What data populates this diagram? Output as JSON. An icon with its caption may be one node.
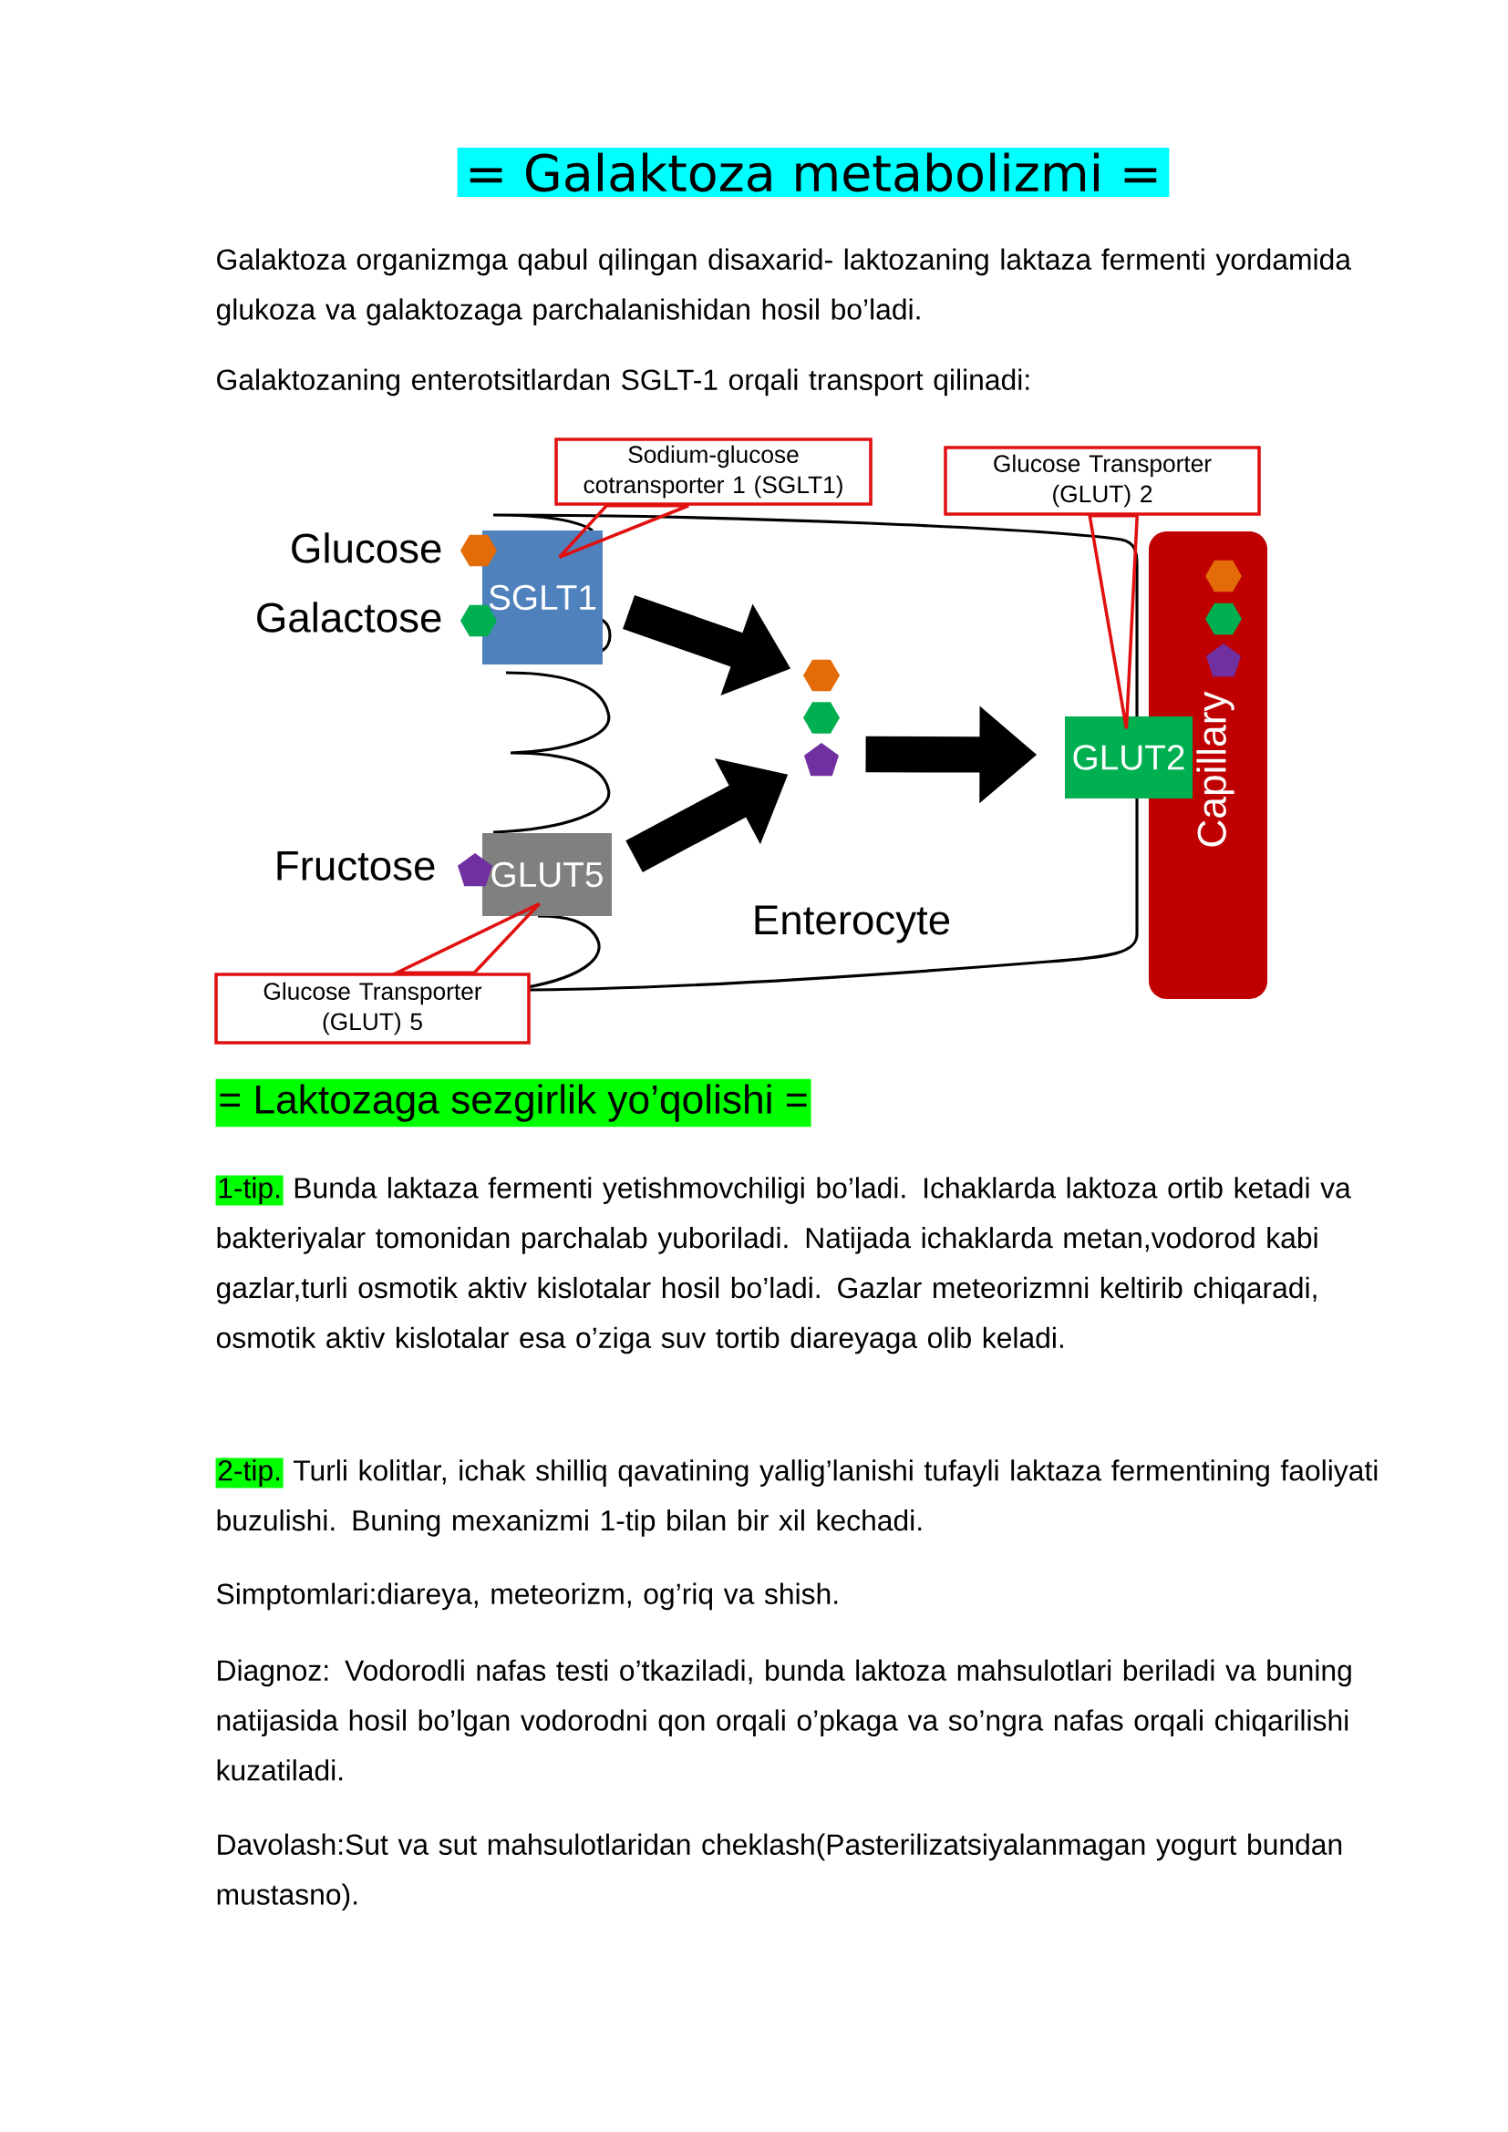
{
  "diagram": {
    "title": "= Galaktoza metabolizmi =",
    "nodes": [
      {
        "text": [
          "Sodium-glucose cotransporter 1 (SGLT1)"
        ]
      },
      {
        "text": [
          "Glucose Transporter (GLUT) 2"
        ]
      },
      {
        "text": [
          "SGLT1"
        ]
      },
      {
        "text": [
          "Capillary"
        ]
      },
      {
        "text": [],
        "shape": "picture"
      },
      {
        "text": [
          "GLUT2"
        ]
      },
      {
        "text": [
          "GLUT5"
        ]
      },
      {
        "text": [
          "Glucose Transporter (GLUT) 5"
        ]
      }
    ],
    "edges": [
      {
        "from": 0,
        "to": 2,
        "arrow": "none",
        "color": "#e01010"
      },
      {
        "from": 1,
        "to": 5,
        "arrow": "none",
        "color": "#e01010"
      },
      {
        "from": 7,
        "to": 6,
        "arrow": "none",
        "color": "#e01010"
      },
      {
        "from": 2,
        "to": 4,
        "arrow": "to",
        "style": "thick",
        "color": "#000000"
      },
      {
        "from": 6,
        "to": 4,
        "arrow": "to",
        "style": "thick",
        "color": "#000000"
      },
      {
        "from": 4,
        "to": 5,
        "arrow": "to",
        "style": "thick",
        "color": "#000000"
      }
    ],
    "labels": [
      "Galaktoza organizmga qabul qilingan disaxarid- laktozaning laktaza fermenti yordamida glukoza va galaktozaga parchalanishidan hosil bo’ladi.",
      "Galaktozaning enterotsitlardan SGLT-1 orqali transport qilinadi:",
      "Glucose",
      "Galactose",
      "Fructose",
      "Enterocyte",
      "= Laktozaga sezgirlik yo’qolishi =",
      "1-tip.",
      "Bunda laktaza fermenti yetishmovchiligi bo’ladi. Ichaklarda laktoza ortib ketadi va bakteriyalar tomonidan parchalab yuboriladi. Natijada ichaklarda metan,vodorod kabi gazlar,turli osmotik aktiv kislotalar hosil bo’ladi. Gazlar meteorizmni keltirib chiqaradi, osmotik aktiv kislotalar esa o’ziga suv tortib diareyaga olib keladi.",
      "2-tip.",
      "Turli kolitlar, ichak shilliq qavatining yallig’lanishi tufayli laktaza fermentining faoliyati buzulishi. Buning mexanizmi 1-tip bilan bir xil kechadi.",
      "Simptomlari:diareya, meteorizm, og’riq va shish.",
      "Diagnoz: Vodorodli nafas testi o’tkaziladi, bunda laktoza mahsulotlari beriladi va buning natijasida hosil bo’lgan vodorodni qon orqali o’pkaga va so’ngra nafas orqali chiqarilishi kuzatiladi.",
      "Davolash:Sut va sut mahsulotlaridan cheklash(Pasterilizatsiyalanmagan yogurt bundan mustasno)."
    ]
  }
}
